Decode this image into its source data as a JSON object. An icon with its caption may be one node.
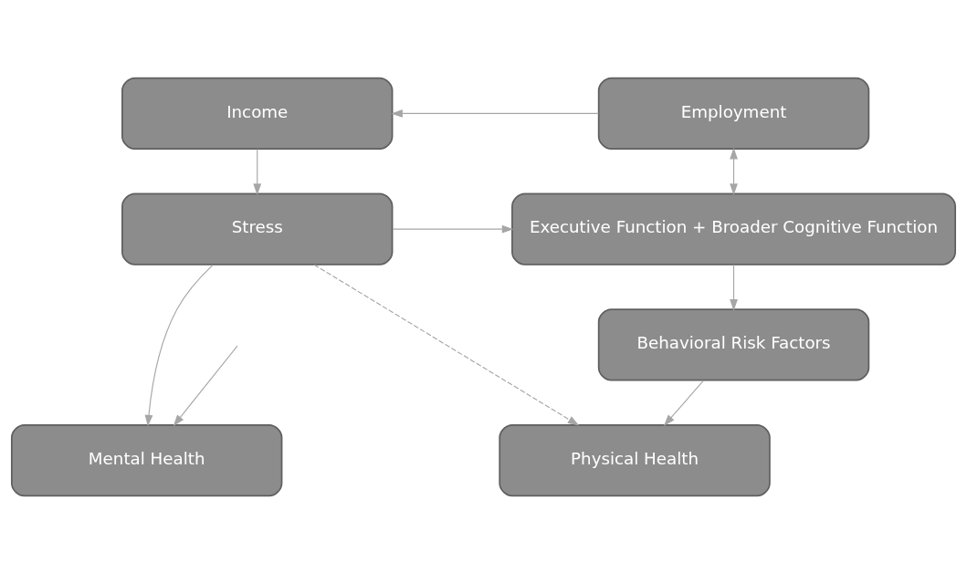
{
  "diagram": {
    "nodes": [
      {
        "text": [
          "Income"
        ]
      },
      {
        "text": [
          "Employment"
        ]
      },
      {
        "text": [
          "Stress"
        ]
      },
      {
        "text": [
          "Executive Function + Broader Cognitive Function"
        ]
      },
      {
        "text": [
          "Behavioral Risk Factors"
        ]
      },
      {
        "text": [
          "Mental Health"
        ]
      },
      {
        "text": [
          "Physical Health"
        ]
      }
    ],
    "edges": [
      {
        "from": 1,
        "to": 0,
        "arrow": "to"
      },
      {
        "from": 0,
        "to": 2,
        "arrow": "to"
      },
      {
        "from": 1,
        "to": 3,
        "arrow": "both"
      },
      {
        "from": 2,
        "to": 3,
        "arrow": "to"
      },
      {
        "from": 3,
        "to": 4,
        "arrow": "to"
      },
      {
        "from": 4,
        "to": 6,
        "arrow": "to"
      },
      {
        "from": 2,
        "to": 5,
        "arrow": "to"
      },
      {
        "from": 2,
        "to": 6,
        "arrow": "to",
        "style": "dashed"
      },
      {
        "from": null,
        "to": 5,
        "arrow": "to"
      }
    ]
  }
}
